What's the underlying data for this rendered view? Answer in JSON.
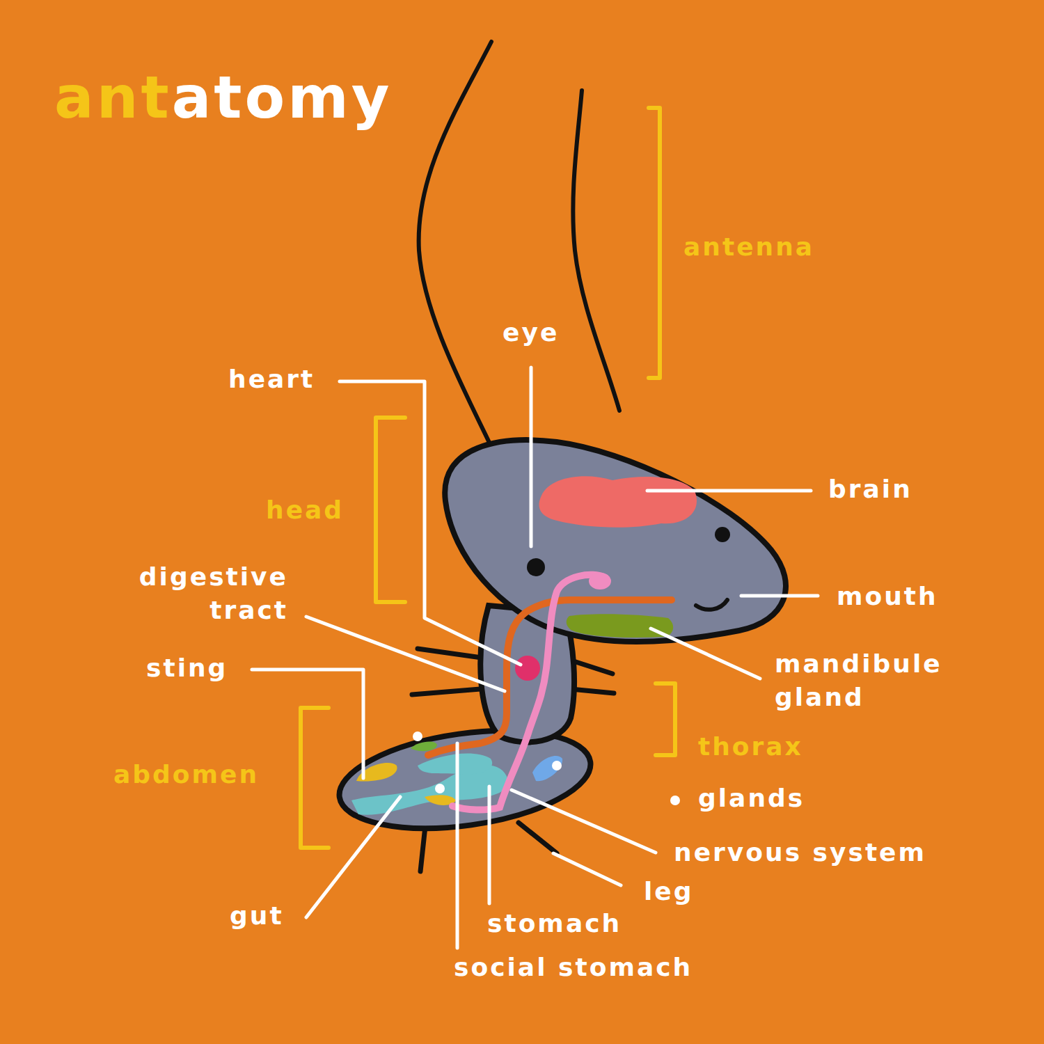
{
  "diagram": {
    "title": "antatomy",
    "labels": [
      "antenna",
      "eye",
      "heart",
      "brain",
      "head",
      "digestive tract",
      "mouth",
      "sting",
      "mandibule gland",
      "thorax",
      "abdomen",
      "glands",
      "nervous system",
      "leg",
      "gut",
      "stomach",
      "social stomach"
    ]
  }
}
